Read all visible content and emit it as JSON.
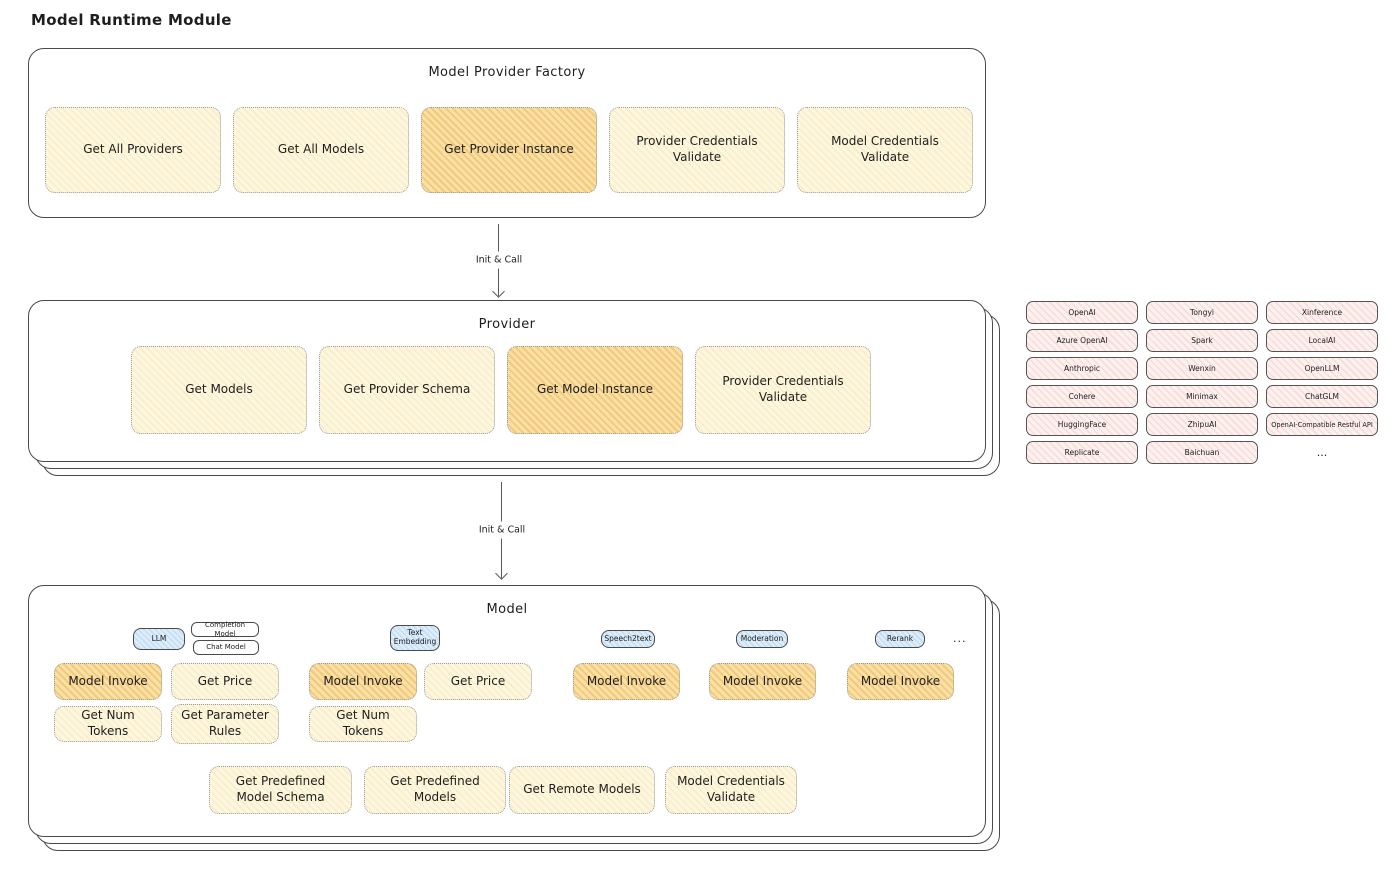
{
  "diagram_title": "Model Runtime Module",
  "colors": {
    "box_yellow": "#fdf7e0",
    "box_highlight": "#f6c66f",
    "chip_pink": "#fdf1f0",
    "tag_blue": "#ddedfa",
    "border_dark": "#4a4a4a"
  },
  "factory": {
    "title": "Model Provider Factory",
    "boxes": [
      {
        "label": "Get All Providers",
        "highlight": false
      },
      {
        "label": "Get All Models",
        "highlight": false
      },
      {
        "label": "Get Provider Instance",
        "highlight": true
      },
      {
        "label": "Provider Credentials Validate",
        "highlight": false
      },
      {
        "label": "Model Credentials Validate",
        "highlight": false
      }
    ]
  },
  "arrows": {
    "init_call_1": "Init & Call",
    "init_call_2": "Init & Call"
  },
  "provider": {
    "title": "Provider",
    "boxes": [
      {
        "label": "Get Models",
        "highlight": false
      },
      {
        "label": "Get Provider Schema",
        "highlight": false
      },
      {
        "label": "Get Model Instance",
        "highlight": true
      },
      {
        "label": "Provider Credentials Validate",
        "highlight": false
      }
    ]
  },
  "provider_list": {
    "items": [
      "OpenAI",
      "Tongyi",
      "Xinference",
      "Azure OpenAI",
      "Spark",
      "LocalAI",
      "Anthropic",
      "Wenxin",
      "OpenLLM",
      "Cohere",
      "Minimax",
      "ChatGLM",
      "HuggingFace",
      "ZhipuAI",
      "OpenAI-Compatible Restful API",
      "Replicate",
      "Baichuan"
    ],
    "more": "..."
  },
  "model": {
    "title": "Model",
    "tags": {
      "llm": "LLM",
      "completion": "Completion Model",
      "chat": "Chat Model",
      "text_embedding": "Text Embedding",
      "speech2text": "Speech2text",
      "moderation": "Moderation",
      "rerank": "Rerank",
      "more": "..."
    },
    "boxes": {
      "llm_model_invoke": "Model Invoke",
      "llm_get_price": "Get Price",
      "llm_get_num_tokens": "Get Num Tokens",
      "llm_get_parameter_rules": "Get Parameter Rules",
      "embedding_model_invoke": "Model Invoke",
      "embedding_get_price": "Get Price",
      "embedding_get_num_tokens": "Get Num Tokens",
      "speech2text_model_invoke": "Model Invoke",
      "moderation_model_invoke": "Model Invoke",
      "rerank_model_invoke": "Model Invoke",
      "get_predefined_model_schema": "Get Predefined Model Schema",
      "get_predefined_models": "Get Predefined Models",
      "get_remote_models": "Get Remote Models",
      "model_credentials_validate": "Model Credentials Validate"
    }
  }
}
